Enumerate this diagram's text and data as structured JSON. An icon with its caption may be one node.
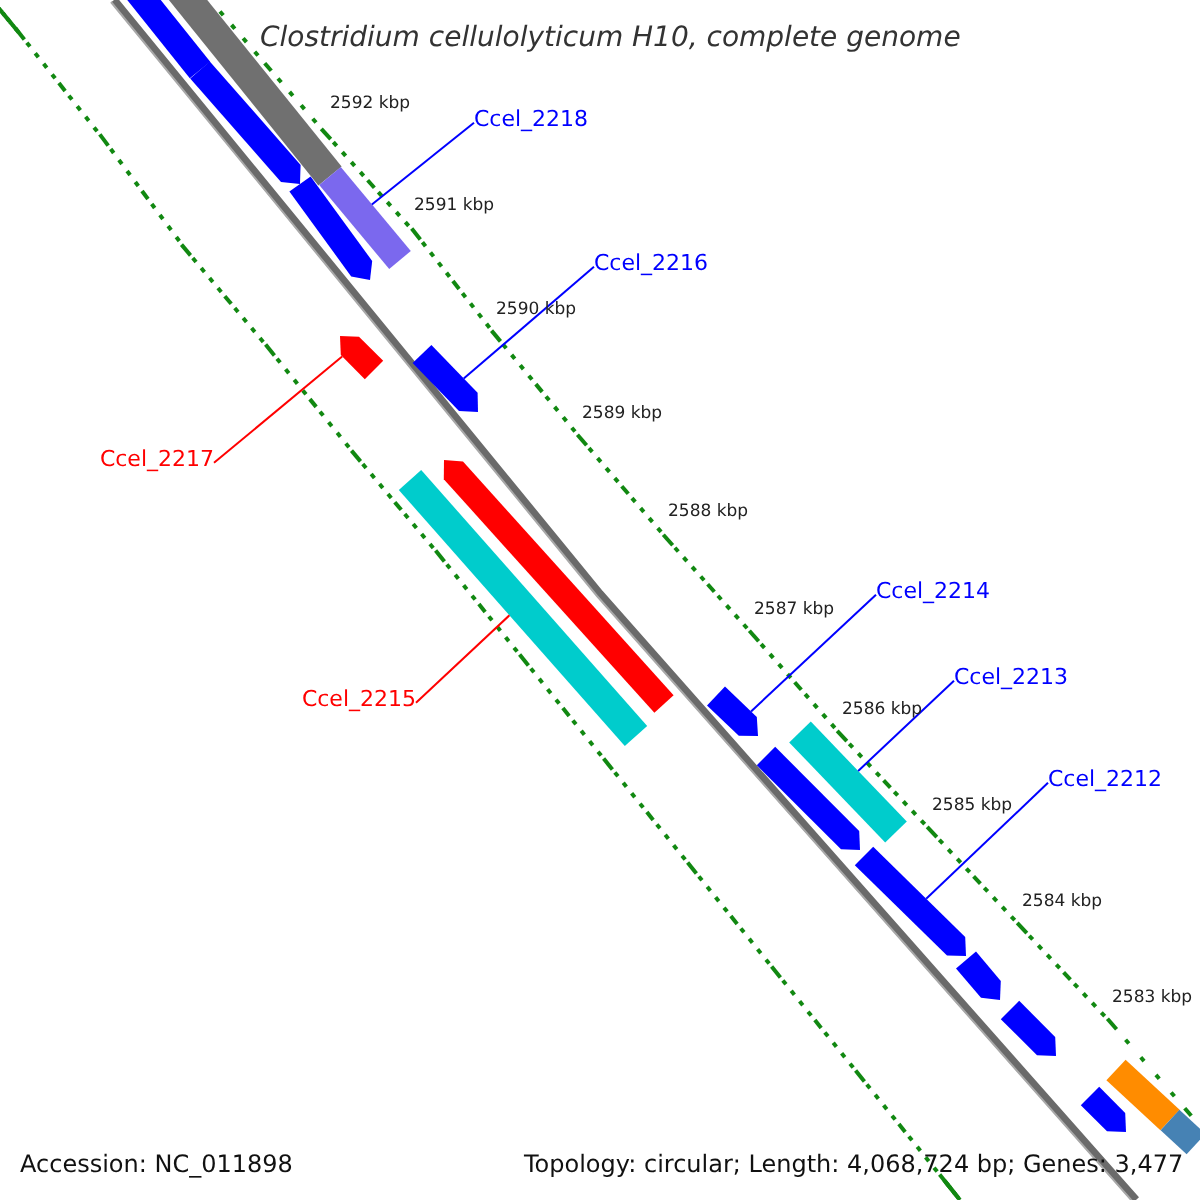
{
  "diagram": {
    "title": "Clostridium cellulolyticum H10, complete genome",
    "nodes": [
      {
        "text": [
          "Ccel_2218"
        ]
      },
      {
        "text": [
          "Ccel_2216"
        ]
      },
      {
        "text": [
          "Ccel_2217"
        ]
      },
      {
        "text": [
          "Ccel_2214"
        ]
      },
      {
        "text": [
          "Ccel_2213"
        ]
      },
      {
        "text": [
          "Ccel_2215"
        ]
      },
      {
        "text": [
          "Ccel_2212"
        ]
      },
      {
        "text": [],
        "shape": "bar"
      },
      {
        "text": [],
        "shape": "bar"
      },
      {
        "text": [],
        "shape": "arrow"
      },
      {
        "text": [],
        "shape": "bar"
      },
      {
        "text": [],
        "shape": "arrow"
      },
      {
        "text": [],
        "shape": "arrow"
      },
      {
        "text": [],
        "shape": "arrow"
      },
      {
        "text": [],
        "shape": "arrow"
      },
      {
        "text": [],
        "shape": "bar"
      },
      {
        "text": [],
        "shape": "arrow"
      },
      {
        "text": [],
        "shape": "bar"
      },
      {
        "text": [],
        "shape": "arrow"
      },
      {
        "text": [],
        "shape": "arrow"
      },
      {
        "text": [],
        "shape": "arrow"
      },
      {
        "text": [],
        "shape": "arrow"
      },
      {
        "text": [],
        "shape": "bar"
      },
      {
        "text": [],
        "shape": "arrow"
      },
      {
        "text": [],
        "shape": "bar"
      }
    ],
    "edges": [
      {
        "from": 0,
        "to": 10,
        "arrow": "none"
      },
      {
        "from": 1,
        "to": 13,
        "arrow": "none"
      },
      {
        "from": 2,
        "to": 12,
        "arrow": "none",
        "color": "#ff0000"
      },
      {
        "from": 3,
        "to": 16,
        "arrow": "none"
      },
      {
        "from": 4,
        "to": 17,
        "arrow": "none"
      },
      {
        "from": 5,
        "to": 15,
        "arrow": "none",
        "color": "#ff0000"
      },
      {
        "from": 6,
        "to": 19,
        "arrow": "none"
      }
    ],
    "labels": [
      "2592 kbp",
      "2591 kbp",
      "2590 kbp",
      "2589 kbp",
      "2588 kbp",
      "2587 kbp",
      "2586 kbp",
      "2585 kbp",
      "2584 kbp",
      "2583 kbp",
      "Accession: NC_011898",
      "Topology: circular; Length: 4,068,724 bp; Genes: 3,477"
    ]
  }
}
